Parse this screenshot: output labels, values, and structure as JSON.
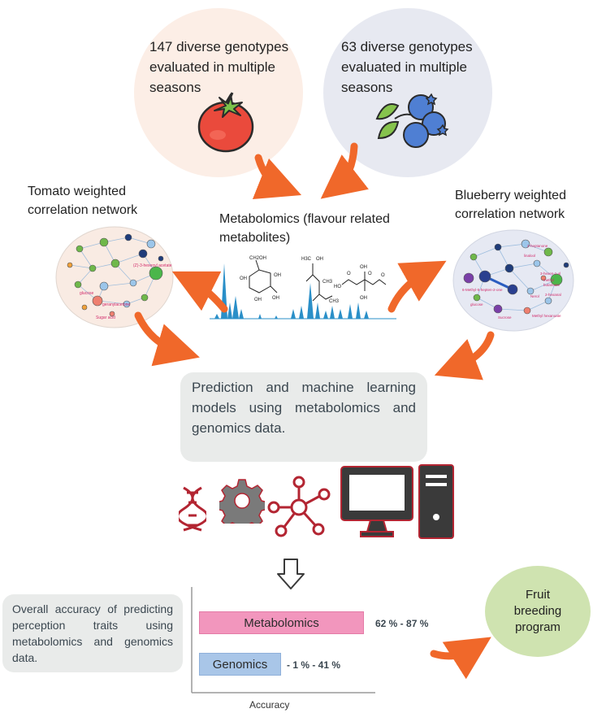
{
  "tomato_bubble": {
    "text": "147 diverse genotypes evaluated in multiple seasons"
  },
  "blueberry_bubble": {
    "text": "63 diverse genotypes evaluated in multiple seasons"
  },
  "tomato_network": {
    "title": "Tomato weighted correlation network",
    "node_labels": [
      "(Z)-3-hexenyl acetate",
      "glucose",
      "geranylacetone",
      "Sugar acid"
    ]
  },
  "blueberry_network": {
    "title": "Blueberry weighted correlation network",
    "node_labels": [
      "2-heptanone",
      "linalool",
      "3-hexen-1-ol",
      "methyl",
      "butanoate",
      "2-hexanal",
      "6-Methyl-5-hepten-2-one",
      "Nerol",
      "glucose",
      "Methyl hexanoate",
      "Sucrose"
    ]
  },
  "metabolomics": {
    "title": "Metabolomics (flavour related metabolites)",
    "struct_labels": {
      "sugar": [
        "CH2OH",
        "OH",
        "OH",
        "OH",
        "OH"
      ],
      "linalool": [
        "H3C",
        "OH",
        "CH3",
        "CH3"
      ],
      "citric": [
        "HO",
        "O",
        "OH",
        "O",
        "O",
        "OH"
      ]
    }
  },
  "prediction": {
    "text": "Prediction and machine learning models using metabolomics and genomics data."
  },
  "icons": [
    "dna-icon",
    "gear-icon",
    "network-icon",
    "computer-icon"
  ],
  "accuracy": {
    "description": "Overall accuracy of predicting perception traits using metabolomics and genomics data.",
    "bars": [
      {
        "label": "Metabolomics",
        "range": "62 % - 87 %",
        "share": 0.87
      },
      {
        "label": "Genomics",
        "range": "- 1 % - 41 %",
        "share": 0.41
      }
    ],
    "axis_label": "Accuracy"
  },
  "outcome": {
    "line1": "Fruit",
    "line2": "breeding",
    "line3": "program"
  },
  "colors": {
    "arrow": "#f0682a",
    "metab_bar": "#f296bd",
    "geno_bar": "#a9c6e8",
    "outcome": "#cfe3b0",
    "chromatogram": "#2a8fc8",
    "icon_red": "#b32532"
  }
}
